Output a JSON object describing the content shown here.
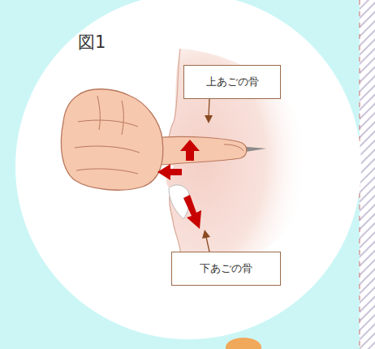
{
  "diagram": {
    "nodes": [
      {
        "text": [
          "上あごの骨"
        ]
      },
      {
        "text": [
          "下あごの骨"
        ]
      }
    ],
    "labels": [
      "図1"
    ]
  }
}
